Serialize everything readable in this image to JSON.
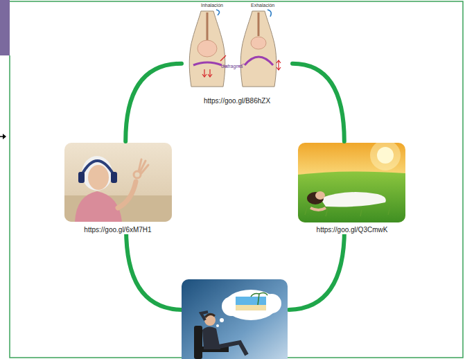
{
  "diagram": {
    "nodes": [
      {
        "text": [
          "Inhalación",
          "Exhalación",
          "diafragma",
          "https://goo.gl/B86hZX"
        ]
      },
      {
        "text": [
          "https://goo.gl/Q3CmwK"
        ]
      },
      {
        "text": [
          "https://goo.gl/6xM7H1"
        ]
      }
    ],
    "edges": [
      {
        "from": 0,
        "to": 1,
        "arrow": "none"
      },
      {
        "from": 0,
        "to": 2,
        "arrow": "none"
      }
    ]
  }
}
